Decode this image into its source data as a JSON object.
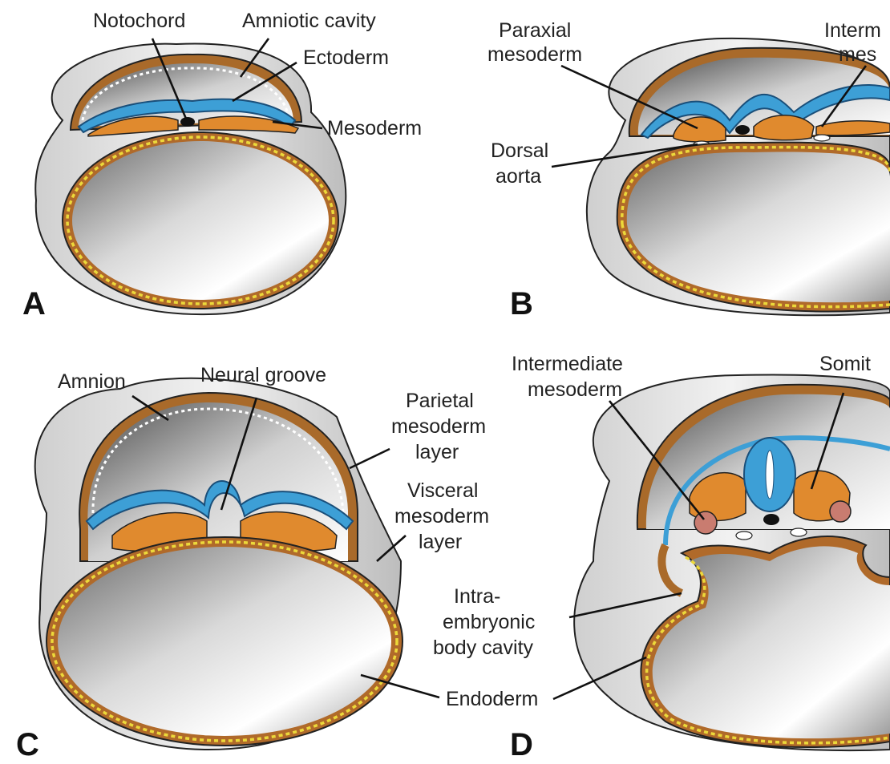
{
  "colors": {
    "ectoderm": "#3d9fd6",
    "mesoderm": "#e08a2e",
    "endoderm_dots": "#ecd93a",
    "yolk_sac_dark": "#707070",
    "somite_red": "#c97c70"
  },
  "panels": [
    {
      "letter": "A",
      "labels": {
        "notochord": "Notochord",
        "amniotic_cavity": "Amniotic cavity",
        "ectoderm": "Ectoderm",
        "mesoderm": "Mesoderm"
      }
    },
    {
      "letter": "B",
      "labels": {
        "paraxial_1": "Paraxial",
        "paraxial_2": "mesoderm",
        "intermediate_1": "Interm",
        "intermediate_2": "mes",
        "dorsal_1": "Dorsal",
        "dorsal_2": "aorta"
      }
    },
    {
      "letter": "C",
      "labels": {
        "amnion": "Amnion",
        "neural_groove": "Neural groove",
        "parietal_1": "Parietal",
        "parietal_2": "mesoderm",
        "parietal_3": "layer",
        "visceral_1": "Visceral",
        "visceral_2": "mesoderm",
        "visceral_3": "layer",
        "intra_1": "Intra-",
        "intra_2": "embryonic",
        "intra_3": "body cavity",
        "endoderm": "Endoderm"
      }
    },
    {
      "letter": "D",
      "labels": {
        "intermediate_1": "Intermediate",
        "intermediate_2": "mesoderm",
        "somite": "Somit"
      }
    }
  ]
}
